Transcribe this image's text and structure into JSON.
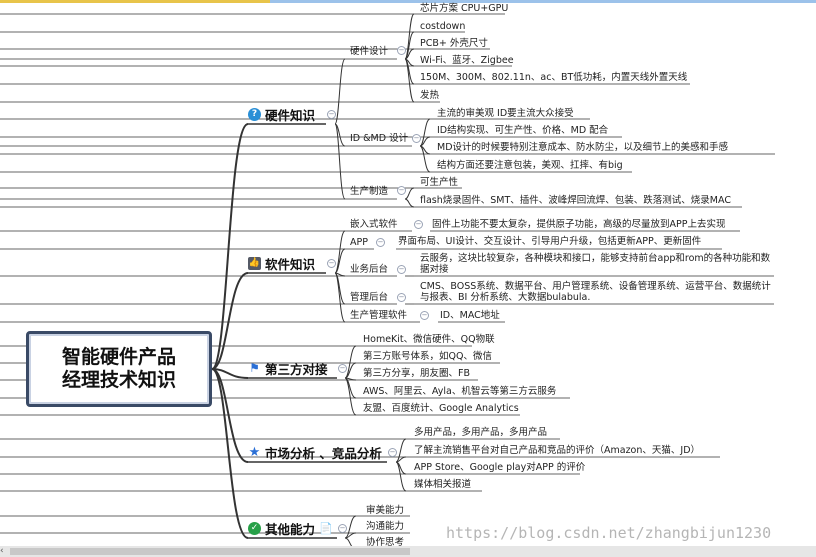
{
  "root": {
    "title": "智能硬件产品\n经理技术知识"
  },
  "branches": [
    {
      "id": "hardware",
      "label": "硬件知识",
      "icon": "help-icon",
      "color": "#2a8fd6",
      "groups": [
        {
          "label": "硬件设计",
          "items": [
            "芯片方案 CPU+GPU",
            "costdown",
            "PCB+ 外壳尺寸",
            "Wi-Fi、蓝牙、Zigbee",
            "150M、300M、802.11n、ac、BT低功耗，内置天线外置天线",
            "发热"
          ]
        },
        {
          "label": "ID &MD 设计",
          "items": [
            "主流的审美观 ID要主流大众接受",
            "ID结构实现、可生产性、价格、MD 配合",
            "MD设计的时候要特别注意成本、防水防尘，以及细节上的美感和手感",
            "结构方面还要注意包装，美观、扛摔、有big"
          ]
        },
        {
          "label": "生产制造",
          "items": [
            "可生产性",
            "flash烧录固件、SMT、插件、波峰焊回流焊、包装、跌落测试、烧录MAC"
          ]
        }
      ]
    },
    {
      "id": "software",
      "label": "软件知识",
      "icon": "thumbs-up-icon",
      "color": "#555a66",
      "groups": [
        {
          "label": "嵌入式软件",
          "items": [
            "固件上功能不要太复杂，提供原子功能，高级的尽量放到APP上去实现"
          ]
        },
        {
          "label": "APP",
          "items": [
            "界面布局、UI设计、交互设计、引导用户升级，包括更新APP、更新固件"
          ]
        },
        {
          "label": "业务后台",
          "items": [
            "云服务，这块比较复杂，各种模块和接口，能够支持前台app和rom的各种功能和数据对接"
          ]
        },
        {
          "label": "管理后台",
          "items": [
            "CMS、BOSS系统、数据平台、用户管理系统、设备管理系统、运营平台、数据统计与报表、BI 分析系统、大数据bulabula."
          ]
        },
        {
          "label": "生产管理软件",
          "items": [
            "ID、MAC地址"
          ]
        }
      ]
    },
    {
      "id": "third-party",
      "label": "第三方对接",
      "icon": "flag-icon",
      "color": "#2a6fd6",
      "items": [
        "HomeKit、微信硬件、QQ物联",
        "第三方账号体系，如QQ、微信",
        "第三方分享，朋友圈、FB",
        "AWS、阿里云、Ayla、机智云等第三方云服务",
        "友盟、百度统计、Google Analytics"
      ]
    },
    {
      "id": "market",
      "label": "市场分析 、竞品分析",
      "icon": "star-icon",
      "color": "#2a6fd6",
      "items": [
        "多用产品，多用产品，多用产品",
        "了解主流销售平台对自己产品和竞品的评价（Amazon、天猫、JD）",
        "APP Store、Google play对APP 的评价",
        "媒体相关报道"
      ]
    },
    {
      "id": "other",
      "label": "其他能力",
      "icon": "check-icon",
      "color": "#27a048",
      "items": [
        "审美能力",
        "沟通能力",
        "协作思考"
      ]
    }
  ],
  "watermark": "https://blog.csdn.net/zhangbijun1230"
}
